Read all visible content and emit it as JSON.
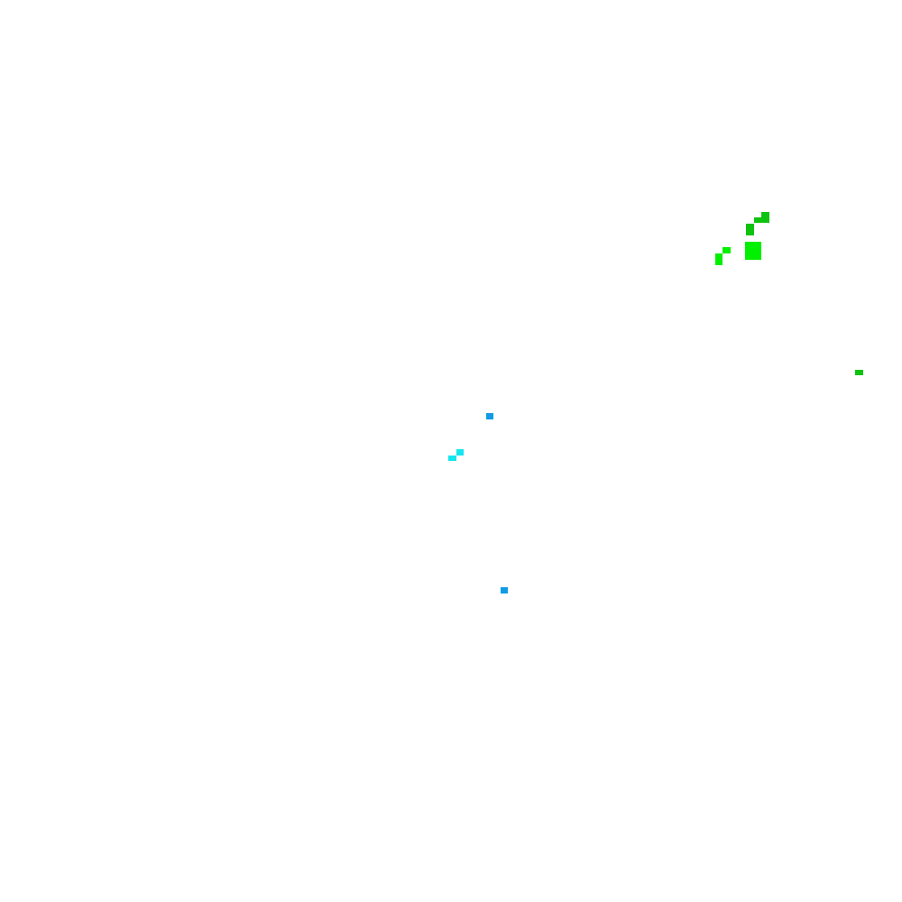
{
  "canvas": {
    "background": "#ffffff"
  },
  "colors": {
    "dark_green": "#0ec30e",
    "bright_green": "#00f000",
    "blue": "#0f9be6",
    "cyan": "#14e6f0"
  },
  "cells": [
    {
      "id": "cell-1",
      "color": "dark_green"
    },
    {
      "id": "cell-2",
      "color": "dark_green"
    },
    {
      "id": "cell-3",
      "color": "dark_green"
    },
    {
      "id": "cell-4",
      "color": "bright_green"
    },
    {
      "id": "cell-5",
      "color": "bright_green"
    },
    {
      "id": "cell-6",
      "color": "bright_green"
    },
    {
      "id": "cell-7",
      "color": "dark_green"
    },
    {
      "id": "cell-8",
      "color": "blue"
    },
    {
      "id": "cell-9",
      "color": "cyan"
    },
    {
      "id": "cell-10",
      "color": "cyan"
    },
    {
      "id": "cell-11",
      "color": "blue"
    }
  ]
}
